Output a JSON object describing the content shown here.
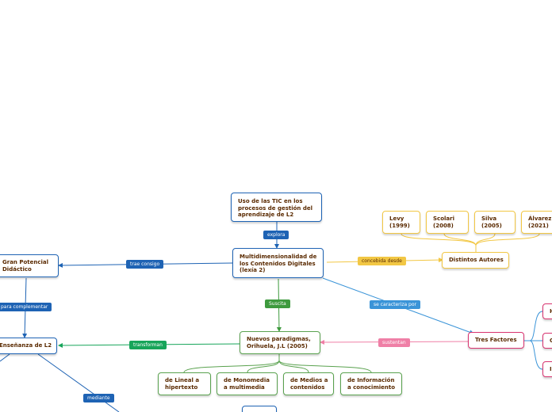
{
  "nodes": {
    "uso_tic": "Uso de las TIC en los\nprocesos de gestión del\naprendizaje de L2",
    "multidimensionalidad": "Multidimensionalidad de\nlos Contenidos Digitales\n(lexía 2)",
    "gran_potencial": "Gran Potencial\nDidáctico",
    "ensenanza_l2": "Enseñanza de L2",
    "nuevos_paradigmas": "Nuevos paradigmas,\nOrihuela, J.L (2005)",
    "lineal_hipertexto": "de Lineal a\nhipertexto",
    "monomedia_multimedia": "de Monomedia\na multimedia",
    "medios_contenidos": "de Medios a\ncontenidos",
    "informacion_conocimiento": "de Información\na conocimiento",
    "distintos_autores": "Distintos Autores",
    "levy": "Levy\n(1999)",
    "scolari": "Scolari\n(2008)",
    "silva": "Silva\n(2005)",
    "alvarez": "Álvarez\n(2021)",
    "tres_factores": "Tres Factores",
    "factor_1": "H",
    "factor_2": "C",
    "factor_3": "I"
  },
  "links": {
    "explora": "explora",
    "trae_consigo": "trae consigo",
    "para_complementar": "para complementar",
    "transforman": "transforman",
    "mediante": "mediante",
    "suscita": "Suscita",
    "concebida_desde": "concebida desde",
    "se_caracteriza_por": "se caracteriza por",
    "sustentan": "sustentan"
  },
  "colors": {
    "blue": "#1e63b4",
    "light_blue": "#3a94d8",
    "green": "#5aa24f",
    "dark_green": "#17a55a",
    "yellow": "#f2c744",
    "pink": "#d8326f",
    "text": "#5a2a00"
  }
}
